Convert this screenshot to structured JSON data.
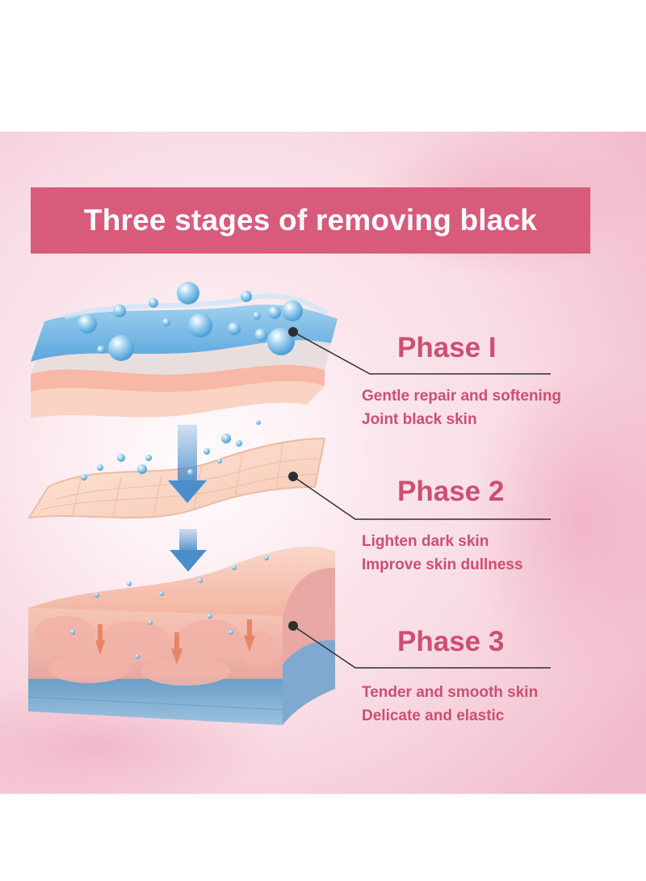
{
  "title": "Three stages of removing black",
  "colors": {
    "banner": "#d85b7c",
    "phase_text": "#cd4f73",
    "background": "#fbe3ea"
  },
  "phases": [
    {
      "title": "Phase I",
      "lines": [
        "Gentle repair and softening",
        "Joint black skin"
      ]
    },
    {
      "title": "Phase 2",
      "lines": [
        "Lighten dark skin",
        "Improve skin dullness"
      ]
    },
    {
      "title": "Phase 3",
      "lines": [
        "Tender and smooth skin",
        "Delicate and elastic"
      ]
    }
  ],
  "illustration": {
    "layers": [
      "blue-gel-layer",
      "skin-mesh-layer",
      "skin-cross-section"
    ],
    "icons": [
      "down-arrow-icon",
      "bubble-icon",
      "pointer-dot-icon"
    ]
  }
}
